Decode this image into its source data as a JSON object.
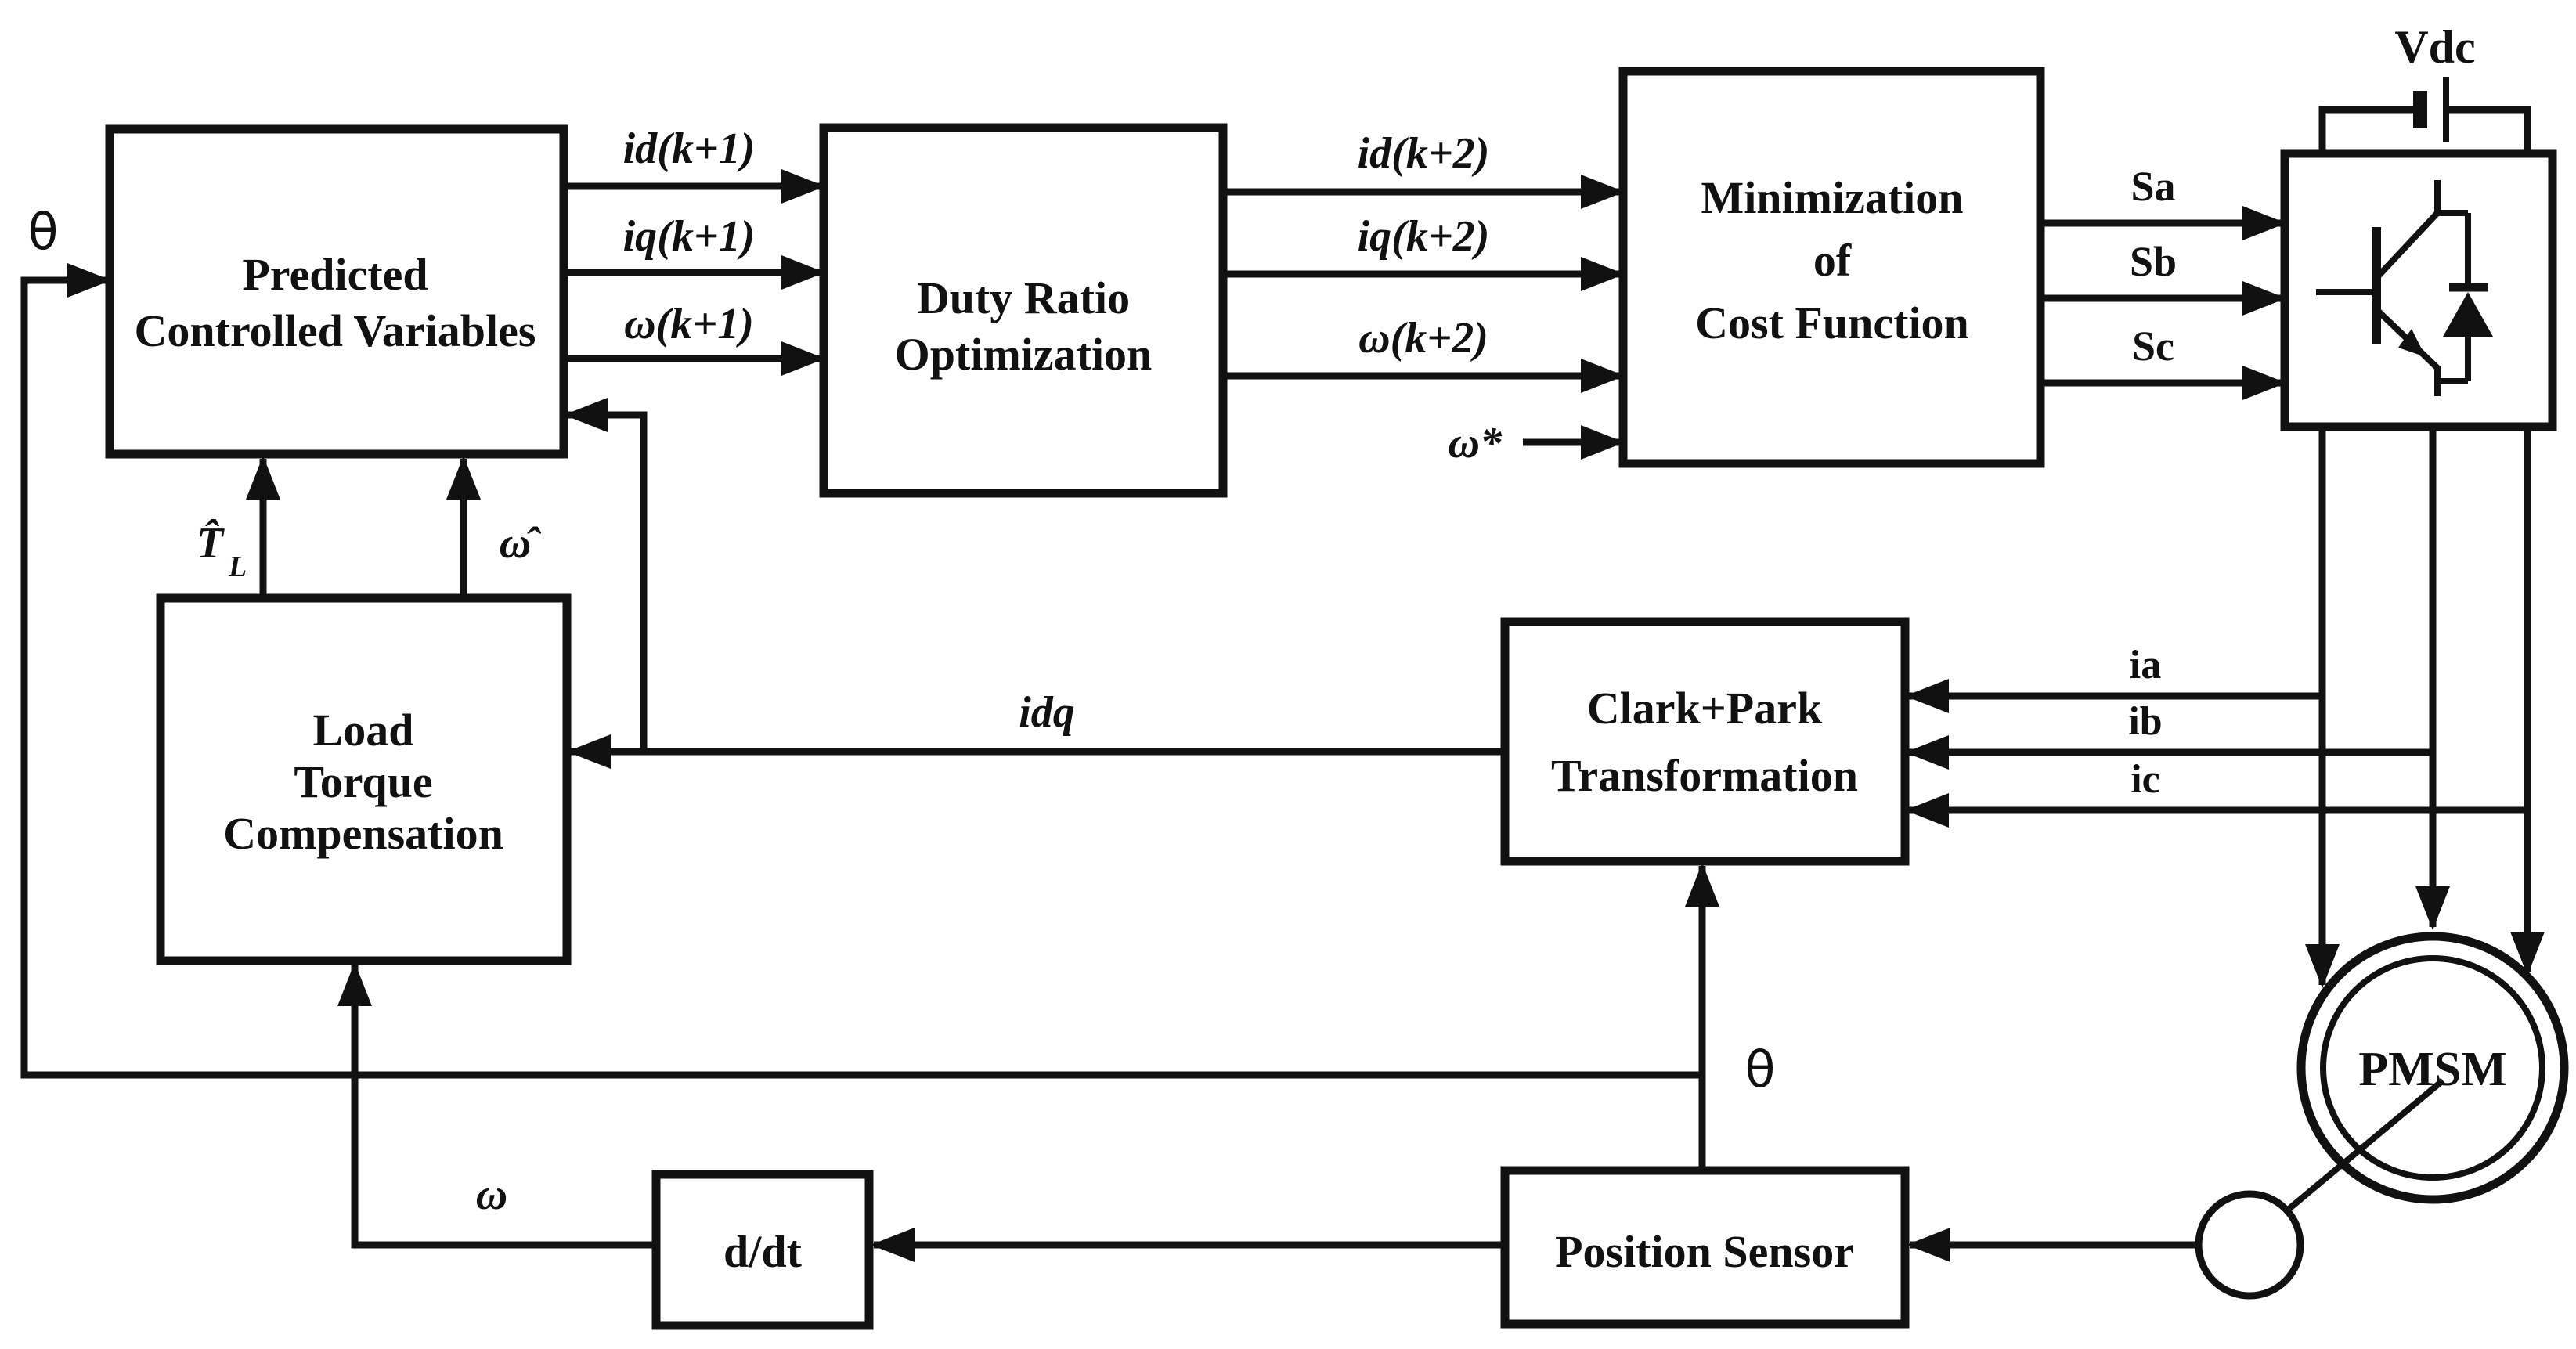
{
  "blocks": {
    "predicted": {
      "line1": "Predicted",
      "line2": "Controlled Variables"
    },
    "duty": {
      "line1": "Duty Ratio",
      "line2": "Optimization"
    },
    "minimization": {
      "line1": "Minimization",
      "line2": "of",
      "line3": "Cost Function"
    },
    "load": {
      "line1": "Load",
      "line2": "Torque",
      "line3": "Compensation"
    },
    "clark": {
      "line1": "Clark+Park",
      "line2": "Transformation"
    },
    "position_sensor": {
      "label": "Position Sensor"
    },
    "ddt": {
      "label": "d/dt"
    },
    "pmsm": {
      "label": "PMSM"
    }
  },
  "signals": {
    "theta_input": "θ",
    "id_k1": "id(k+1)",
    "iq_k1": "iq(k+1)",
    "omega_k1": "ω(k+1)",
    "id_k2": "id(k+2)",
    "iq_k2": "iq(k+2)",
    "omega_k2": "ω(k+2)",
    "omega_ref": "ω*",
    "sa": "Sa",
    "sb": "Sb",
    "sc": "Sc",
    "vdc": "Vdc",
    "ia": "ia",
    "ib": "ib",
    "ic": "ic",
    "idq": "idq",
    "load_torque_estimate": "T̂",
    "load_torque_estimate_sub": "L",
    "omega_estimate": "ω̂",
    "omega": "ω",
    "theta_feedback": "θ"
  },
  "colors": {
    "line": "#111111",
    "background": "#ffffff"
  }
}
